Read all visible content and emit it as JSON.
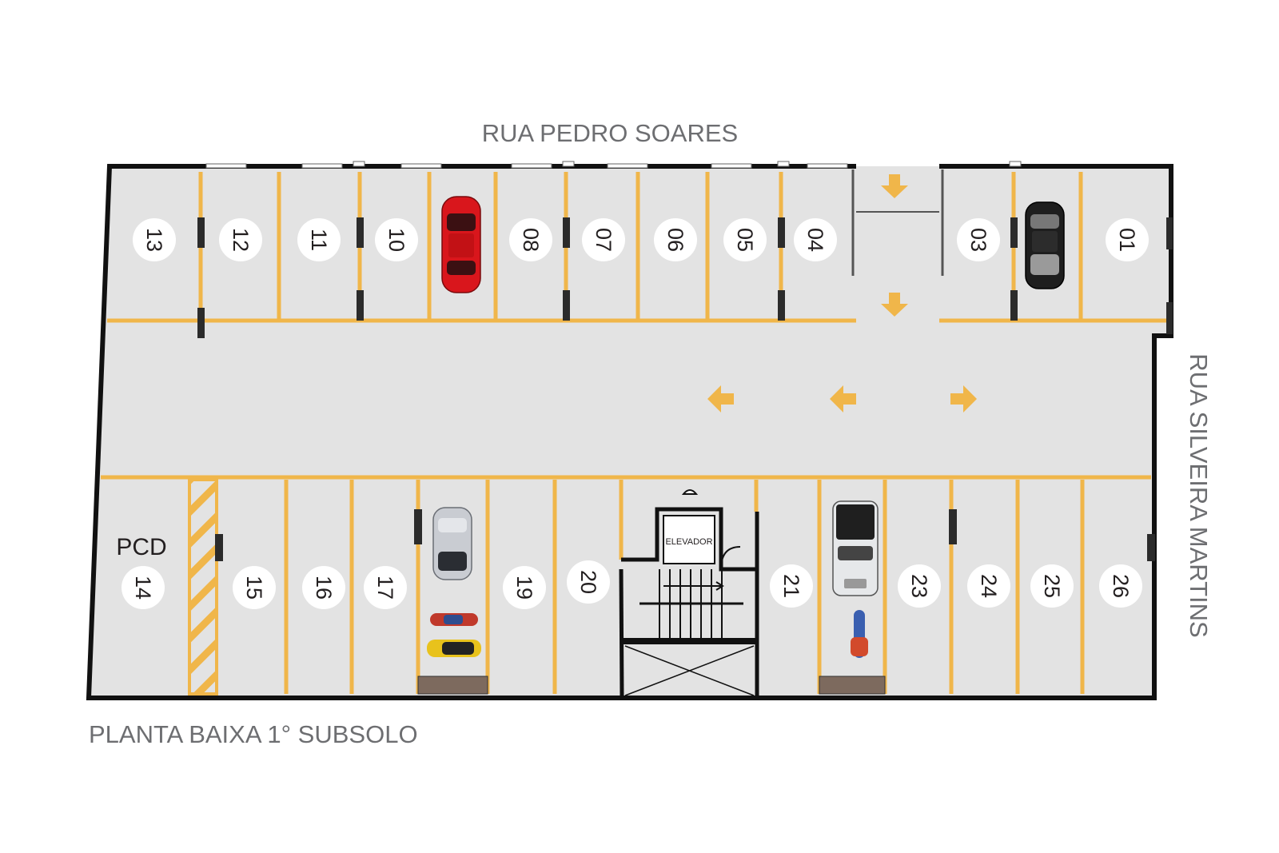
{
  "streets": {
    "north": "RUA PEDRO SOARES",
    "east": "RUA SILVEIRA MARTINS"
  },
  "caption": "PLANTA BAIXA 1° SUBSOLO",
  "accessible_label": "PCD",
  "elevator_label": "ELEVADOR",
  "spots_top": [
    "13",
    "12",
    "11",
    "10",
    "08",
    "07",
    "06",
    "05",
    "04",
    "03",
    "01"
  ],
  "spots_bottom": [
    "14",
    "15",
    "16",
    "17",
    "19",
    "20",
    "21",
    "23",
    "24",
    "25",
    "26"
  ],
  "colors": {
    "floor": "#e3e3e3",
    "line_yellow": "#f0b64a",
    "wall": "#111111",
    "badge": "#ffffff",
    "street_text": "#6d6e71",
    "car_red": "#d9161c",
    "car_dark": "#1e1e1e",
    "car_white": "#e6e8ea",
    "car_silver": "#c9ccd2"
  },
  "icons": {
    "entry_arrows": "arrow-down-icon",
    "left_arrows": "arrow-left-icon",
    "right_arrow": "arrow-right-icon"
  }
}
